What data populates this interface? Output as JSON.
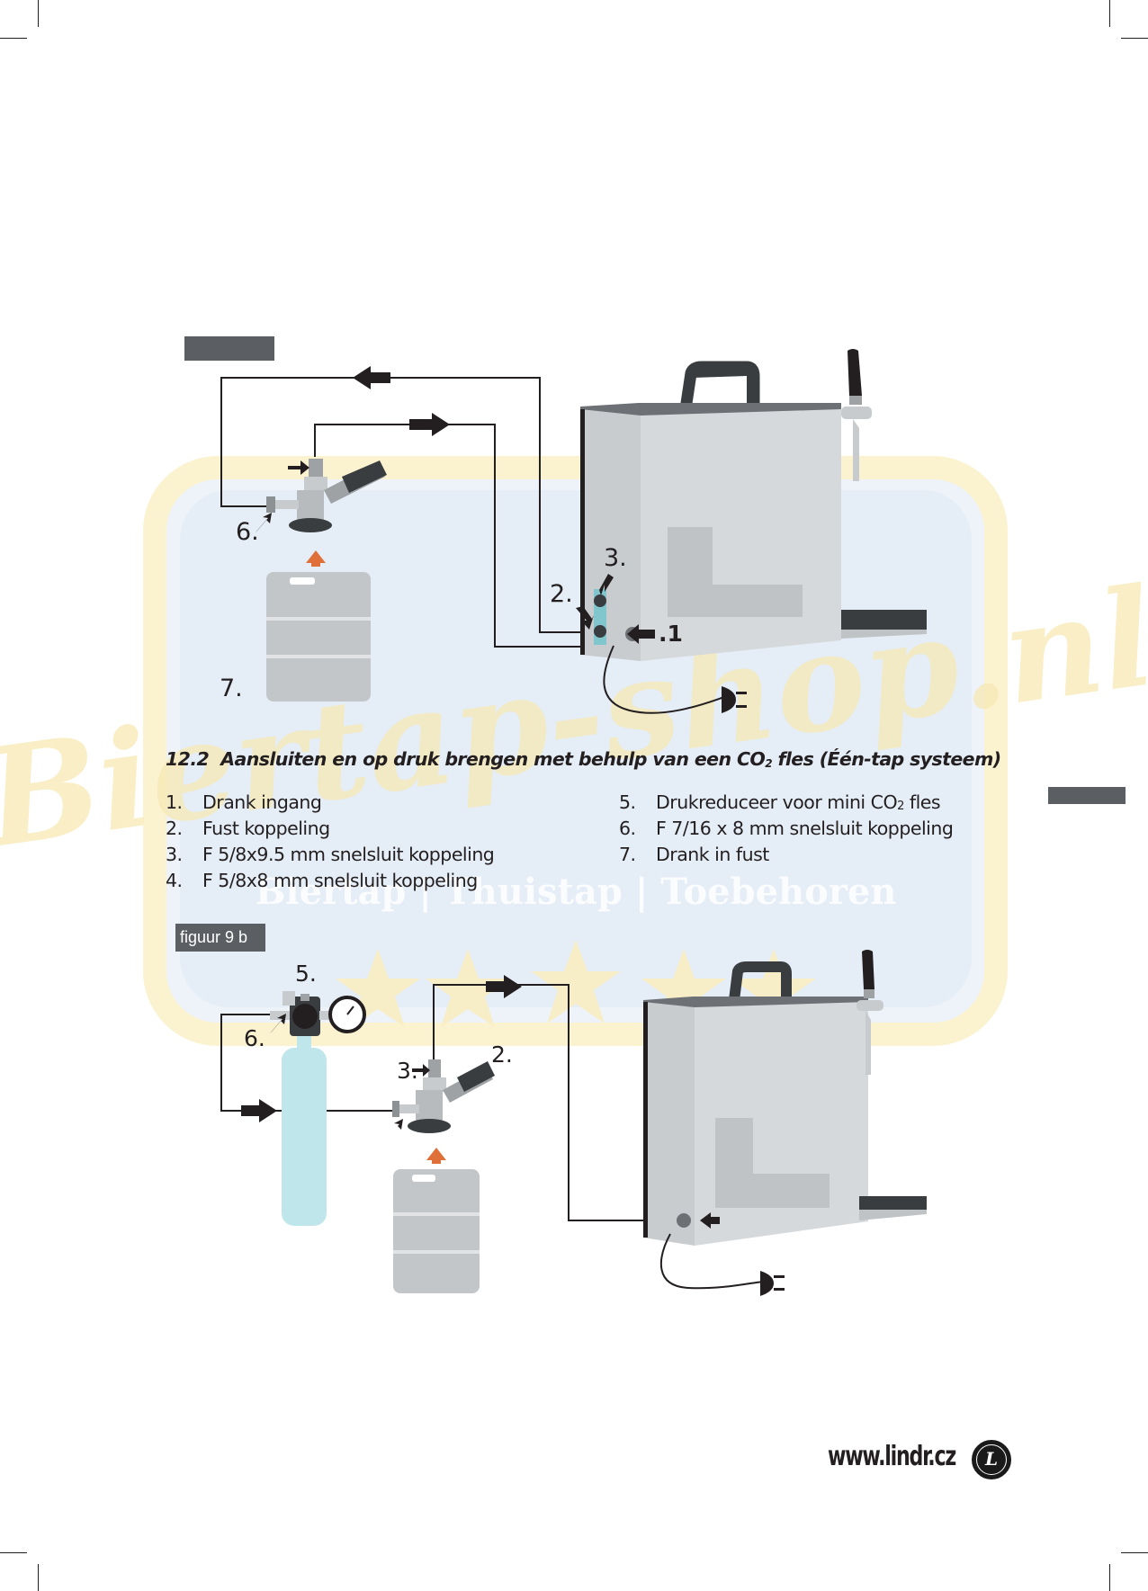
{
  "figure_a": {
    "label": "",
    "callouts": {
      "c1": ".1",
      "c2": "2.",
      "c3": "3.",
      "c6": "6.",
      "c7": "7."
    }
  },
  "section": {
    "number": "12.2",
    "title_before_sub": "Aansluiten en op druk brengen met behulp van een CO",
    "title_sub": "2",
    "title_after_sub": " fles (Één-tap systeem)"
  },
  "legend_left": [
    {
      "num": "1.",
      "text": "Drank ingang"
    },
    {
      "num": "2.",
      "text": "Fust koppeling"
    },
    {
      "num": "3.",
      "text": "F 5/8x9.5 mm snelsluit koppeling"
    },
    {
      "num": "4.",
      "text": "F 5/8x8 mm snelsluit koppeling"
    }
  ],
  "legend_right": [
    {
      "num": "5.",
      "text_before_sub": "Drukreduceer voor mini CO",
      "text_sub": "2",
      "text_after_sub": " fles"
    },
    {
      "num": "6.",
      "text": "F 7/16 x 8 mm snelsluit koppeling"
    },
    {
      "num": "7.",
      "text": "Drank in fust"
    }
  ],
  "figure_b": {
    "label": "figuur 9 b",
    "callouts": {
      "c2": "2.",
      "c3": "3.",
      "c5": "5.",
      "c6": "6."
    }
  },
  "watermark": {
    "brand": "Biertap-shop.nl",
    "tagline": "Biertap | Thuistap | Toebehoren"
  },
  "footer": {
    "url": "www.lindr.cz",
    "logo_letter": "L"
  },
  "colors": {
    "text": "#231f20",
    "label_bg": "#5b5f63",
    "steel": "#c8cbcd",
    "arrow_orange": "#e0703a",
    "co2_bottle": "#bfe6ea",
    "watermark_yellow": "#f7e4a0",
    "watermark_blue": "#dbe7f3"
  }
}
